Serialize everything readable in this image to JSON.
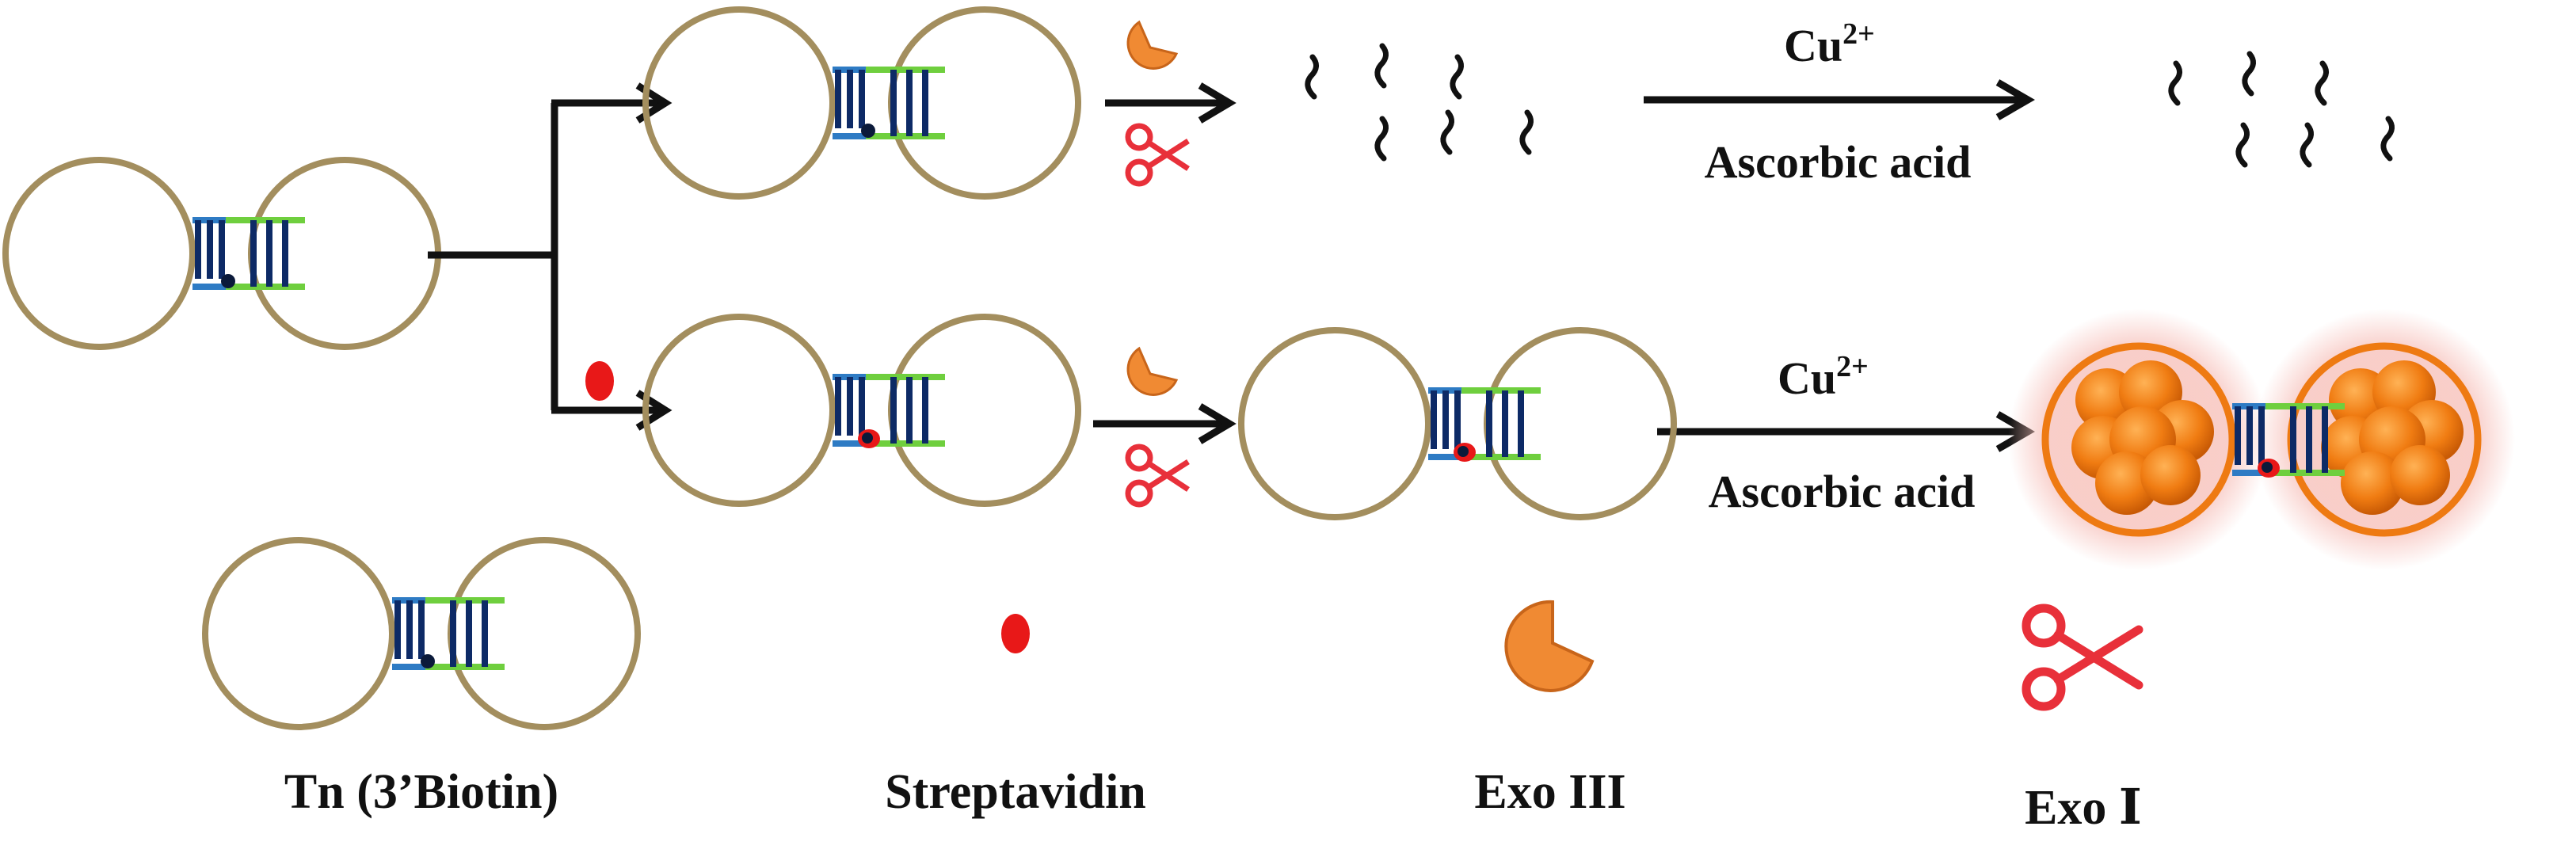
{
  "reactions": {
    "top": {
      "reagent": "Cu",
      "reagent_sup": "2+",
      "condition": "Ascorbic acid"
    },
    "bottom": {
      "reagent": "Cu",
      "reagent_sup": "2+",
      "condition": "Ascorbic acid"
    }
  },
  "legend": {
    "tn": "Tn (3’Biotin)",
    "streptavidin": "Streptavidin",
    "exo3": "Exo III",
    "exo1": "Exo Ⅰ"
  },
  "colors": {
    "loop": "#A38E5E",
    "blue_strand": "#2E7BC4",
    "green_strand": "#6FCF3E",
    "rungs": "#0D2A66",
    "biotin": "#0B1A3A",
    "streptavidin": "#E81818",
    "pacman": "#F08A33",
    "scissors": "#E8303A",
    "arrow": "#111111",
    "nanoparticle": "#EE7A12",
    "glow": "#F6C7C0"
  }
}
